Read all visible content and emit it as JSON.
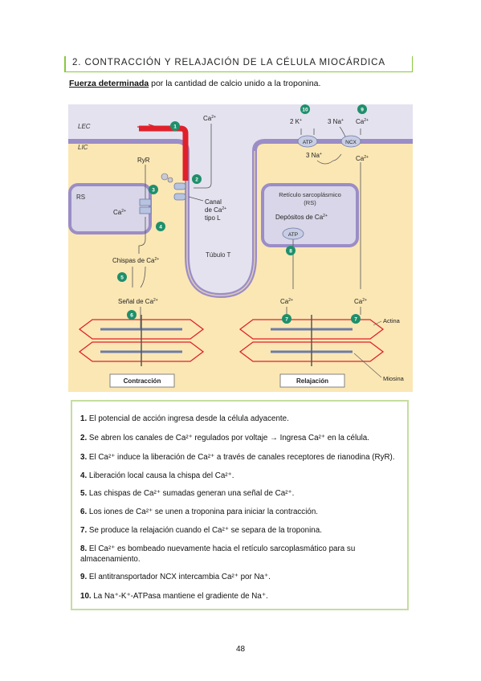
{
  "heading": "2. CONTRACCIÓN Y RELAJACIÓN DE LA CÉLULA MIOCÁRDICA",
  "intro": {
    "bold": "Fuerza determinada",
    "rest": " por la cantidad de calcio unido a la troponina."
  },
  "figure": {
    "lec": "LEC",
    "lic": "LIC",
    "ca_top": "Ca",
    "ryr": "RyR",
    "rs": "RS",
    "ca_rs": "Ca",
    "canal": [
      "Canal",
      "de Ca",
      "tipo L"
    ],
    "chispas": "Chispas de Ca",
    "senal": "Señal de Ca",
    "tubulo": "Túbulo T",
    "reticulo": [
      "Retículo sarcoplásmico",
      "(RS)"
    ],
    "depositos": "Depósitos de Ca",
    "atp": "ATP",
    "ncx": "NCX",
    "k_label": "2 K",
    "na_label": "3 Na",
    "na_bottom": "3 Na",
    "ca_right_top": "Ca",
    "ca_right_mid": "Ca",
    "ca_left_low": "Ca",
    "ca_right_low": "Ca",
    "actina": "Actina",
    "miosina": "Miosina",
    "contraccion": "Contracción",
    "relajacion": "Relajación",
    "sup2": "2+",
    "supplus": "+",
    "steps": [
      "1",
      "2",
      "3",
      "4",
      "5",
      "6",
      "7",
      "7",
      "8",
      "9",
      "10"
    ],
    "colors": {
      "membrane": "#9b8dc6",
      "cytoplasm": "#fbe7b4",
      "ecf": "#d9d7ea",
      "step": "#1f8f6b",
      "red": "#e0202a"
    }
  },
  "list": [
    {
      "num": "1.",
      "text": "El potencial de acción ingresa desde la célula adyacente."
    },
    {
      "num": "2.",
      "text": "Se abren los canales de Ca²⁺ regulados por voltaje → Ingresa Ca²⁺ en la célula."
    },
    {
      "num": "3.",
      "text": "El Ca²⁺ induce la liberación de Ca²⁺ a través de canales receptores de rianodina (RyR)."
    },
    {
      "num": "4.",
      "text": "Liberación local causa la chispa del Ca²⁺."
    },
    {
      "num": "5.",
      "text": "Las chispas de Ca²⁺ sumadas generan una señal de Ca²⁺."
    },
    {
      "num": "6.",
      "text": "Los iones de Ca²⁺ se unen a troponina para iniciar la contracción."
    },
    {
      "num": "7.",
      "text": "Se produce la relajación cuando el Ca²⁺ se separa de la troponina."
    },
    {
      "num": "8.",
      "text": "El Ca²⁺ es bombeado nuevamente hacia el retículo sarcoplasmático para su almacenamiento."
    },
    {
      "num": "9.",
      "text": "El antitransportador NCX intercambia Ca²⁺ por Na⁺."
    },
    {
      "num": "10.",
      "text": "La Na⁺-K⁺-ATPasa mantiene el gradiente de Na⁺."
    }
  ],
  "page_number": "48"
}
